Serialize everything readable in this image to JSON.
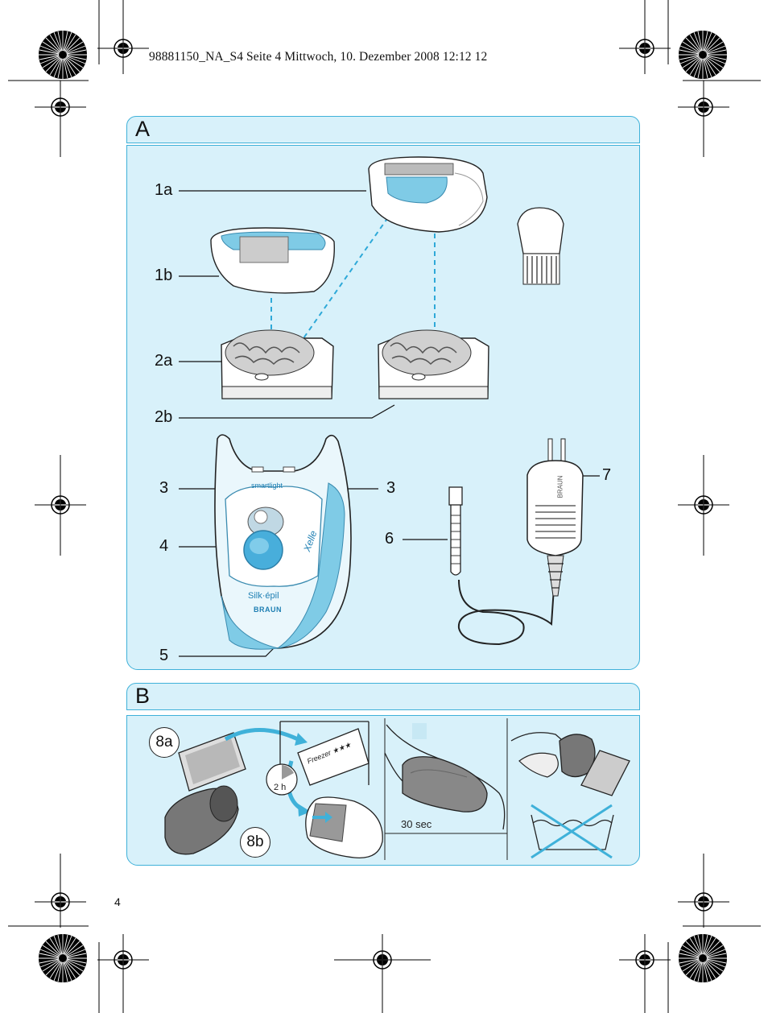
{
  "print_header": "98881150_NA_S4  Seite 4  Mittwoch, 10. Dezember 2008  12:12 12",
  "section_a": {
    "letter": "A",
    "labels": {
      "l1a": "1a",
      "l1b": "1b",
      "l2a": "2a",
      "l2b": "2b",
      "l3_left": "3",
      "l3_right": "3",
      "l4": "4",
      "l5": "5",
      "l6": "6",
      "l7": "7"
    },
    "device_text": {
      "smartlight": "smartlight",
      "xelle": "Xelle",
      "silk_epil": "Silk·épil",
      "brand": "BRAUN"
    }
  },
  "section_b": {
    "letter": "B",
    "labels": {
      "l8a": "8a",
      "l8b": "8b"
    },
    "freezer": "Freezer ★★★",
    "time": "2 h",
    "duration": "30 sec"
  },
  "page_number": "4",
  "colors": {
    "accent": "#3fb1d9",
    "panel": "#d8f1fa",
    "device_blue": "#7fcbe6"
  }
}
